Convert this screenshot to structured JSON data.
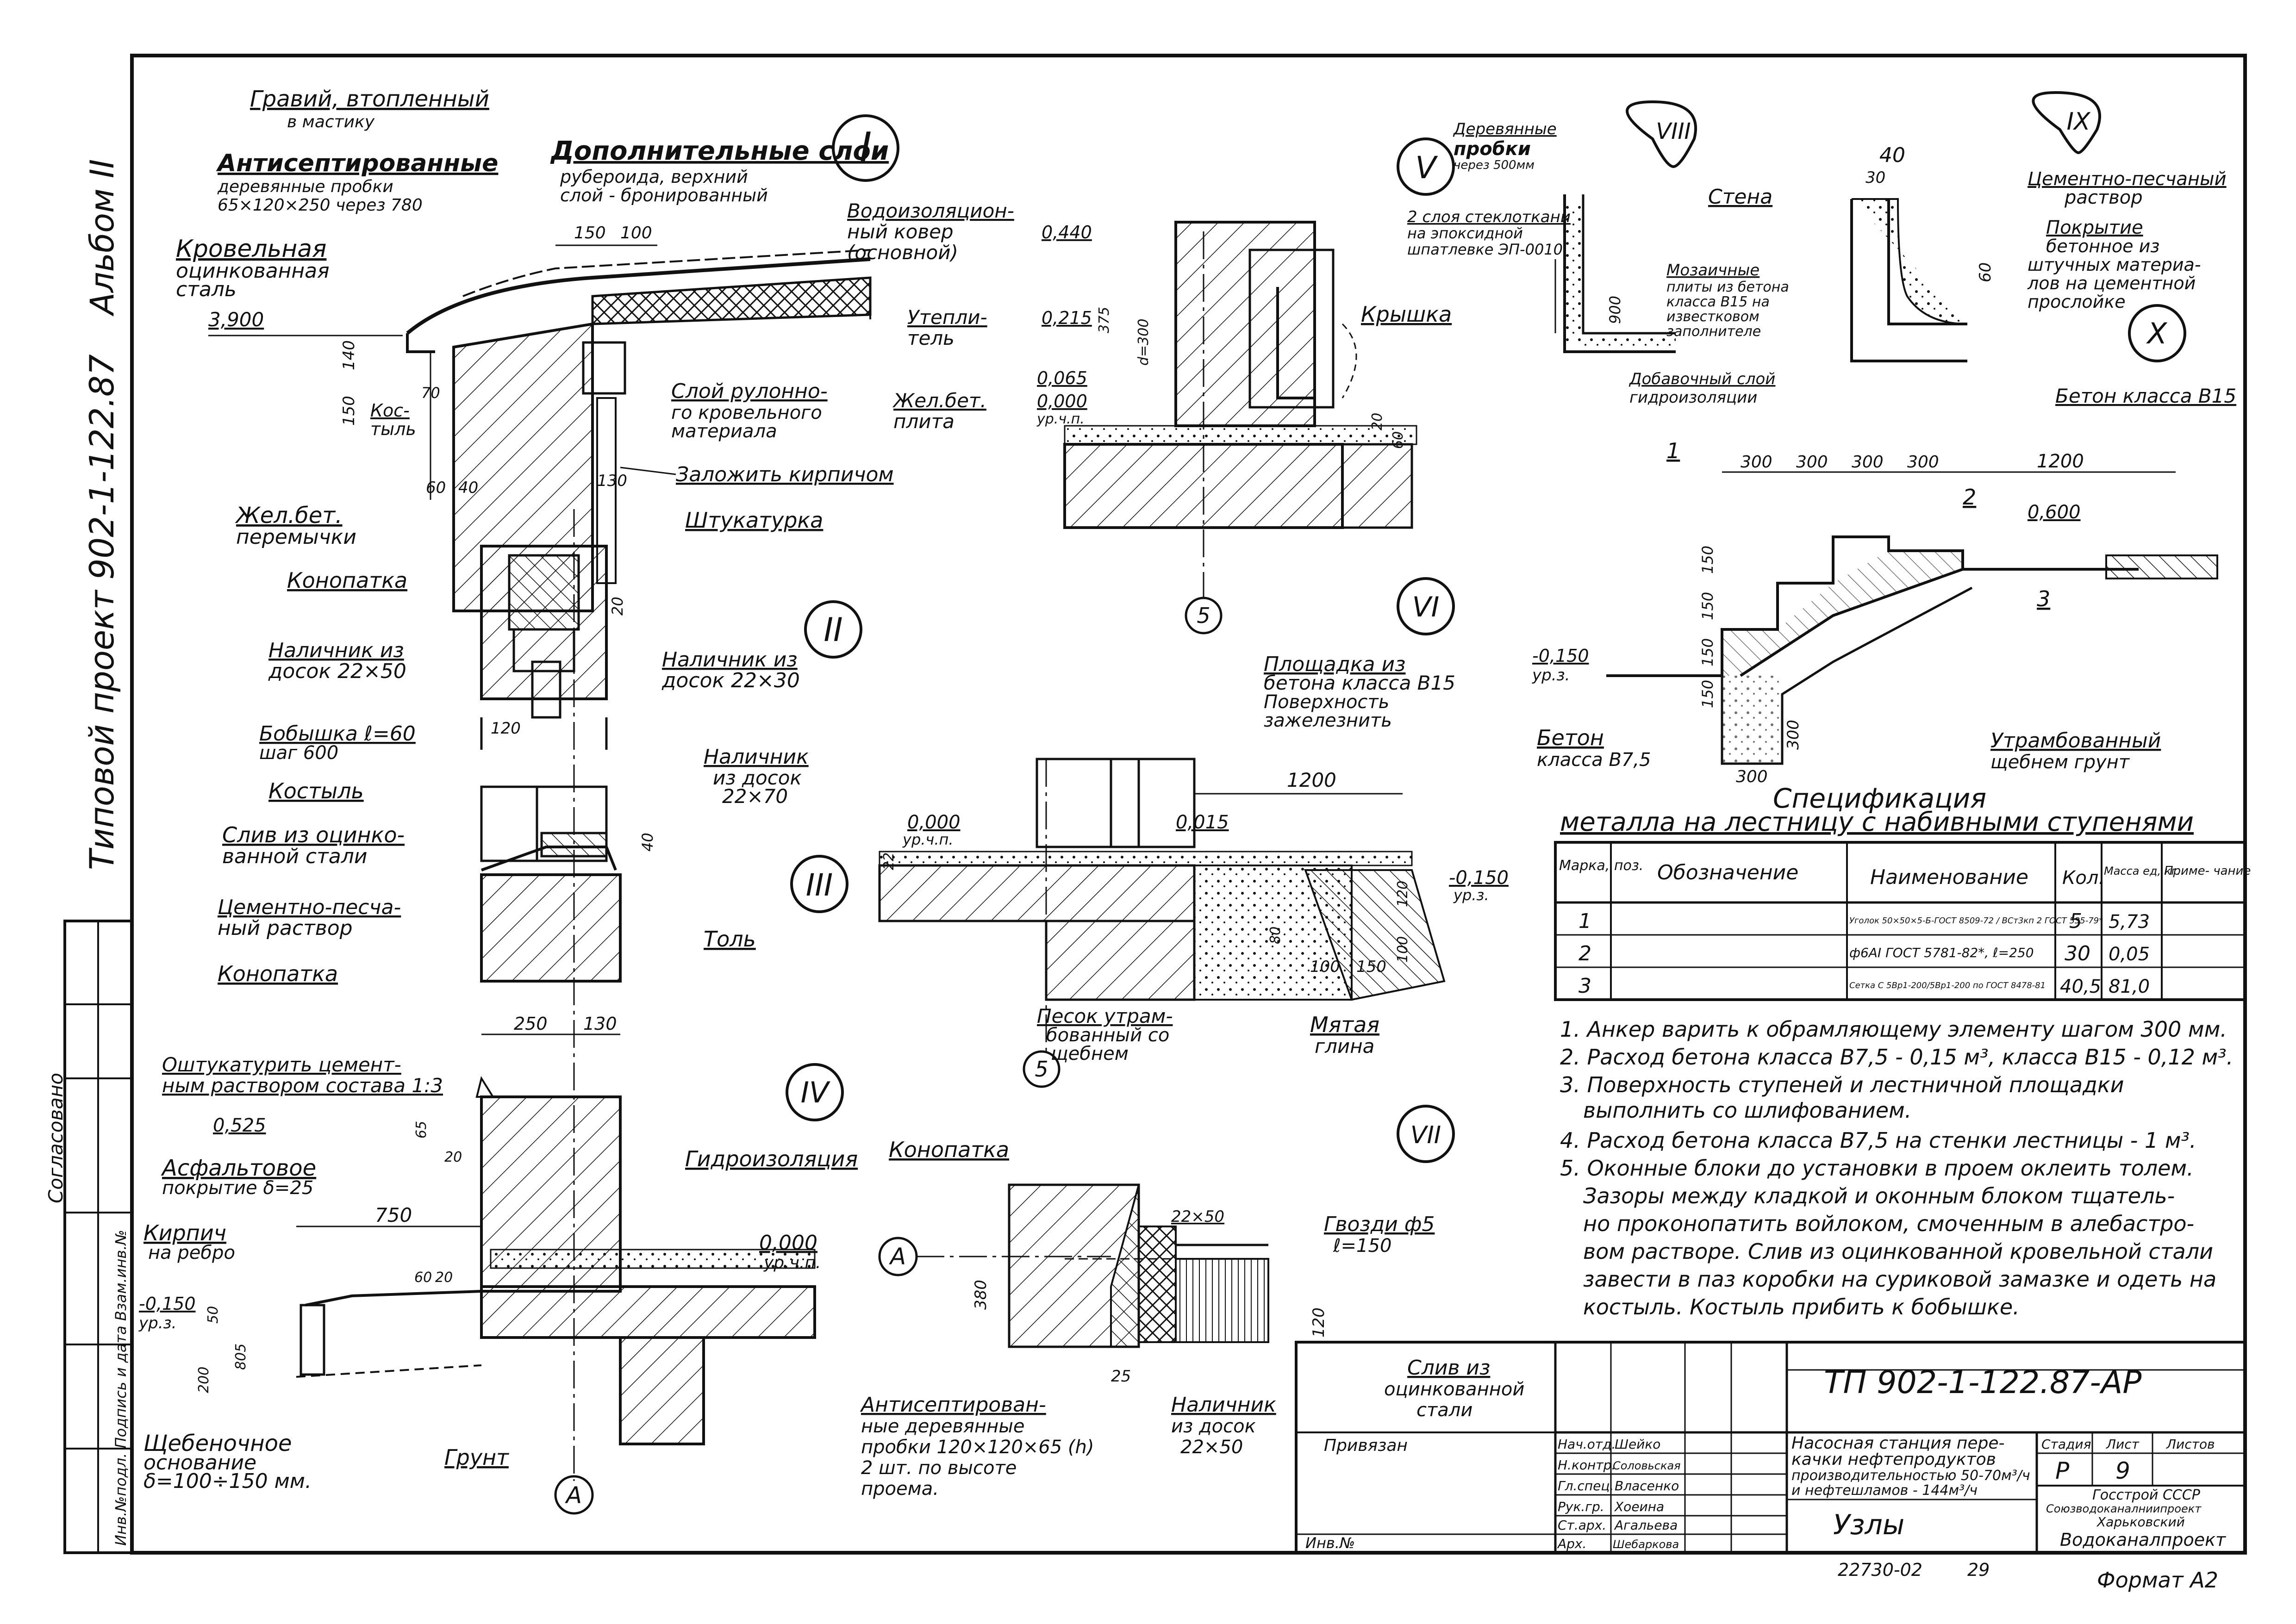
{
  "album": "Альбом II",
  "project_side": "Типовой проект 902-1-122.87",
  "side_agreed": "Согласовано",
  "side_stamp": "Инв.№подл. Подпись и дата Взам.инв.№",
  "node_labels": {
    "n1": "I",
    "n2": "II",
    "n3": "III",
    "n4": "IV",
    "n5": "V",
    "n6": "VI",
    "n7": "VII",
    "n8": "VIII",
    "n9": "IX",
    "n10": "X"
  },
  "axes": {
    "a1": "5",
    "a2": "5",
    "b1": "A",
    "b2": "A"
  },
  "node1": {
    "gravel": "Гравий, втопленный",
    "gravel2": "в мастику",
    "plugs": "Антисептированные",
    "plugs2": "деревянные пробки",
    "plugs3": "65×120×250 через 780",
    "extra": "Дополнительные слои",
    "extra2": "рубероида, верхний",
    "extra3": "слой - бронированный",
    "d150": "150",
    "d100": "100",
    "carpet": "Водоизоляцион-",
    "carpet2": "ный ковер",
    "carpet3": "(основной)",
    "roofsteel": "Кровельная",
    "roofsteel2": "оцинкованная",
    "roofsteel3": "сталь",
    "lvl": "3,900",
    "insul": "Утепли-",
    "insul2": "тель",
    "d140": "140",
    "d150b": "150",
    "d70": "70",
    "crutch": "Кос-",
    "crutch2": "тыль",
    "layer": "Слой рулонно-",
    "layer2": "го кровельного",
    "layer3": "материала",
    "slab": "Жел.бет.",
    "slab2": "плита",
    "d60": "60",
    "d40": "40",
    "d130": "130",
    "brick": "Заложить кирпичом"
  },
  "node2": {
    "lintels": "Жел.бет.",
    "lintels2": "перемычки",
    "plaster": "Штукатурка",
    "caulk": "Конопатка",
    "d20": "20",
    "trim1": "Наличник из",
    "trim1b": "досок 22×50",
    "trim2": "Наличник из",
    "trim2b": "досок 22×30",
    "d120": "120"
  },
  "node3": {
    "boss": "Бобышка ℓ=60",
    "boss2": "шаг 600",
    "crutch": "Костыль",
    "drip": "Слив из оцинко-",
    "drip2": "ванной стали",
    "mortar": "Цементно-песча-",
    "mortar2": "ный раствор",
    "caulk": "Конопатка",
    "trim": "Наличник",
    "trim2": "из досок",
    "trim3": "22×70",
    "d40": "40",
    "tar": "Толь",
    "d250": "250",
    "d130": "130"
  },
  "node4": {
    "plaster": "Оштукатурить цемент-",
    "plaster2": "ным раствором состава 1:3",
    "lvl525": "0,525",
    "d65": "65",
    "d20": "20",
    "asphalt": "Асфальтовое",
    "asphalt2": "покрытие δ=25",
    "waterproof": "Гидроизоляция",
    "d750": "750",
    "brick": "Кирпич",
    "brick2": "на ребро",
    "lvl0": "0,000",
    "lvl0b": "ур.ч.п.",
    "lvl150": "-0,150",
    "lvl150b": "ур.з.",
    "d50": "50",
    "d60": "60",
    "d20b": "20",
    "d200": "200",
    "d805": "805",
    "gravel": "Щебеночное",
    "gravel2": "основание",
    "gravel3": "δ=100÷150 мм.",
    "soil": "Грунт"
  },
  "node5": {
    "lvl440": "0,440",
    "plugs": "Деревянные",
    "plugs2": "пробки",
    "plugs3": "через 500мм",
    "fiber": "2 слоя стеклоткани",
    "fiber2": "на эпоксидной",
    "fiber3": "шпатлевке ЭП-0010",
    "lvl215": "0,215",
    "d375": "375",
    "d300": "d=300",
    "cover": "Крышка",
    "lvl065": "0,065",
    "lvl000": "0,000",
    "lvl000b": "ур.ч.п.",
    "d20": "20",
    "d60": "60"
  },
  "node8": {
    "tiles": "Мозаичные",
    "tiles2": "плиты из бетона",
    "tiles3": "класса В15 на",
    "tiles4": "известковом",
    "tiles5": "заполнителе",
    "d900": "900",
    "addlayer": "Добавочный слой",
    "addlayer2": "гидроизоляции"
  },
  "node9": {
    "d40": "40",
    "d30": "30",
    "wall": "Стена",
    "mortar": "Цементно-песчаный",
    "mortar2": "раствор",
    "d60": "60",
    "cover": "Покрытие",
    "cover2": "бетонное из",
    "cover3": "штучных материа-",
    "cover4": "лов на цементной",
    "cover5": "прослойке"
  },
  "node10": {
    "concrete": "Бетон класса В15",
    "d300a": "300",
    "d300b": "300",
    "d300c": "300",
    "d300d": "300",
    "d1200": "1200",
    "p1": "1",
    "p2": "2",
    "p3": "3",
    "lvl600": "0,600",
    "d150a": "150",
    "d150b": "150",
    "d150c": "150",
    "d150d": "150",
    "lvl150": "-0,150",
    "lvl150b": "ур.з.",
    "d300e": "300",
    "d300f": "300",
    "beton": "Бетон",
    "beton2": "класса В7,5",
    "ground": "Утрамбованный",
    "ground2": "щебнем грунт"
  },
  "node6": {
    "pad": "Площадка из",
    "pad2": "бетона класса В15",
    "pad3": "Поверхность",
    "pad4": "зажелезнить",
    "d1200": "1200",
    "lvl000": "0,000",
    "lvl000b": "ур.ч.п.",
    "d015": "0,015",
    "d22": "22",
    "lvl150": "-0,150",
    "lvl150b": "ур.з.",
    "d120": "120",
    "d100": "100",
    "d100b": "100",
    "d150": "150",
    "d80": "80",
    "sand": "Песок утрам-",
    "sand2": "бованный со",
    "sand3": "щебнем",
    "clay": "Мятая",
    "clay2": "глина"
  },
  "node7": {
    "caulk": "Конопатка",
    "trim": "22×50",
    "nails": "Гвозди ф5",
    "nails2": "ℓ=150",
    "d380": "380",
    "d120": "120",
    "d25": "25",
    "plugs": "Антисептирован-",
    "plugs2": "ные деревянные",
    "plugs3": "пробки 120×120×65 (h)",
    "plugs4": "2 шт. по высоте",
    "plugs5": "проема.",
    "trim2": "Наличник",
    "trim2b": "из досок",
    "trim2c": "22×50",
    "drip": "Слив из",
    "drip2": "оцинкованной",
    "drip3": "стали"
  },
  "spec": {
    "title": "Спецификация",
    "subtitle": "металла на лестницу с набивными ступенями",
    "headers": [
      "Марка, поз.",
      "Обозначение",
      "Наименование",
      "Кол.",
      "Масса ед, кг.",
      "Приме- чание"
    ],
    "rows": [
      [
        "1",
        "",
        "Уголок 50×50×5-Б-ГОСТ 8509-72 / ВСт3кп 2 ГОСТ 535-79*",
        "5",
        "5,73",
        ""
      ],
      [
        "2",
        "",
        "ф6АI ГОСТ 5781-82*, ℓ=250",
        "30",
        "0,05",
        ""
      ],
      [
        "3",
        "",
        "Сетка С 5Вр1-200/5Вр1-200 по ГОСТ 8478-81",
        "40,5",
        "81,0",
        ""
      ]
    ]
  },
  "notes": [
    "1. Анкер варить к обрамляющему элементу шагом 300 мм.",
    "2. Расход бетона класса В7,5 - 0,15 м³, класса В15 - 0,12 м³.",
    "3. Поверхность ступеней и лестничной площадки",
    "выполнить со шлифованием.",
    "4. Расход бетона класса В7,5 на стенки лестницы - 1 м³.",
    "5. Оконные блоки до установки в проем оклеить толем.",
    "Зазоры между кладкой и оконным блоком тщатель-",
    "но проконопатить войлоком, смоченным в алебастро-",
    "вом растворе. Слив из оцинкованной кровельной стали",
    "завести в паз коробки на суриковой замазке и одеть на",
    "костыль. Костыль прибить к бобышке."
  ],
  "stamp": {
    "code": "ТП 902-1-122.87-АР",
    "bound": "Привязан",
    "inv": "Инв.№",
    "roles": [
      "Нач.отд.",
      "Н.контр.",
      "Гл.спец.",
      "Рук.гр.",
      "Ст.арх.",
      "Арх."
    ],
    "names": [
      "Шейко",
      "Соловьская",
      "Власенко",
      "Хоеина",
      "Агальева",
      "Шебаркова"
    ],
    "title": "Насосная станция пере- качки нефтепродуктов производительностью 50-70м³/ч и нефтешламов - 144м³/ч",
    "title1": "Насосная станция пере-",
    "title2": "качки нефтепродуктов",
    "title3": "производительностью 50-70м³/ч",
    "title4": "и нефтешламов - 144м³/ч",
    "stage_h": "Стадия",
    "sheet_h": "Лист",
    "sheets_h": "Листов",
    "stage": "Р",
    "sheet": "9",
    "name": "Узлы",
    "org1": "Госстрой СССР",
    "org2": "Союзводоканалниипроект",
    "org3": "Харьковский",
    "org4": "Водоканалпроект"
  },
  "footer": {
    "num": "22730-02",
    "page": "29",
    "format": "Формат А2"
  }
}
